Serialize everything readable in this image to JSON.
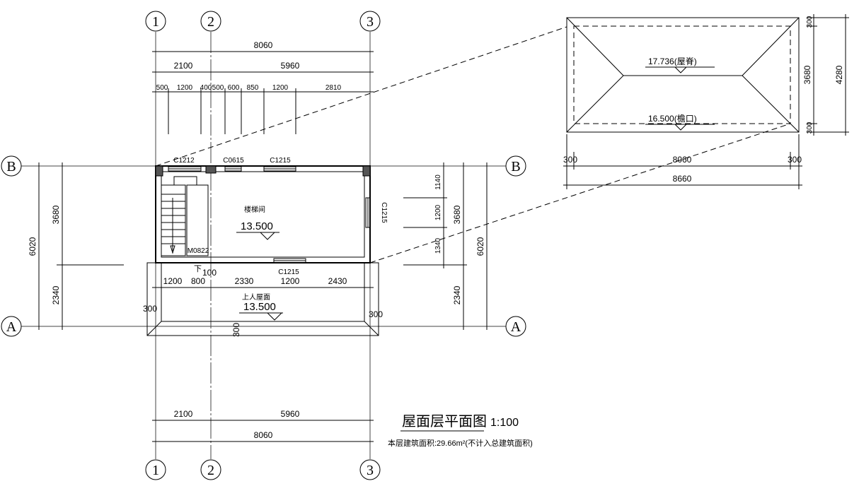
{
  "axes": {
    "one": "1",
    "two": "2",
    "three": "3",
    "A": "A",
    "B": "B"
  },
  "top_dims": {
    "total": "8060",
    "a": "2100",
    "b": "5960",
    "detail": [
      "500",
      "1200",
      "400",
      "500",
      "600",
      "850",
      "1200",
      "2810"
    ]
  },
  "bottom_dims": {
    "a": "2100",
    "b": "5960",
    "total": "8060"
  },
  "left_dims": {
    "total": "6020",
    "upper": "3680",
    "lower": "2340"
  },
  "right_dims": {
    "total": "6020",
    "upper": "3680",
    "lower": "2340",
    "windows": [
      "1140",
      "1200",
      "1340"
    ]
  },
  "windows": {
    "c1212": "C1212",
    "c0615": "C0615",
    "c1215_top": "C1215",
    "c1215_side": "C1215",
    "c1215_bottom": "C1215",
    "door": "M0822"
  },
  "room": {
    "name": "楼梯间",
    "elevation": "13.500",
    "down": "下",
    "step": "100"
  },
  "terrace": {
    "dims": [
      "1200",
      "800",
      "2330",
      "1200",
      "2430"
    ],
    "label": "上人屋面",
    "elevation": "13.500",
    "left_300": "300",
    "right_300": "300",
    "bottom_300": "300"
  },
  "roof_detail": {
    "ridge": "17.736(屋脊)",
    "eave": "16.500(檐口)",
    "right_dims": [
      "300",
      "3680",
      "300"
    ],
    "right_total": "4280",
    "bottom_dims": [
      "300",
      "8060",
      "300"
    ],
    "bottom_total": "8660"
  },
  "title": {
    "name": "屋面层平面图",
    "scale": "1:100",
    "note": "本层建筑面积:29.66m²(不计入总建筑面积)"
  }
}
